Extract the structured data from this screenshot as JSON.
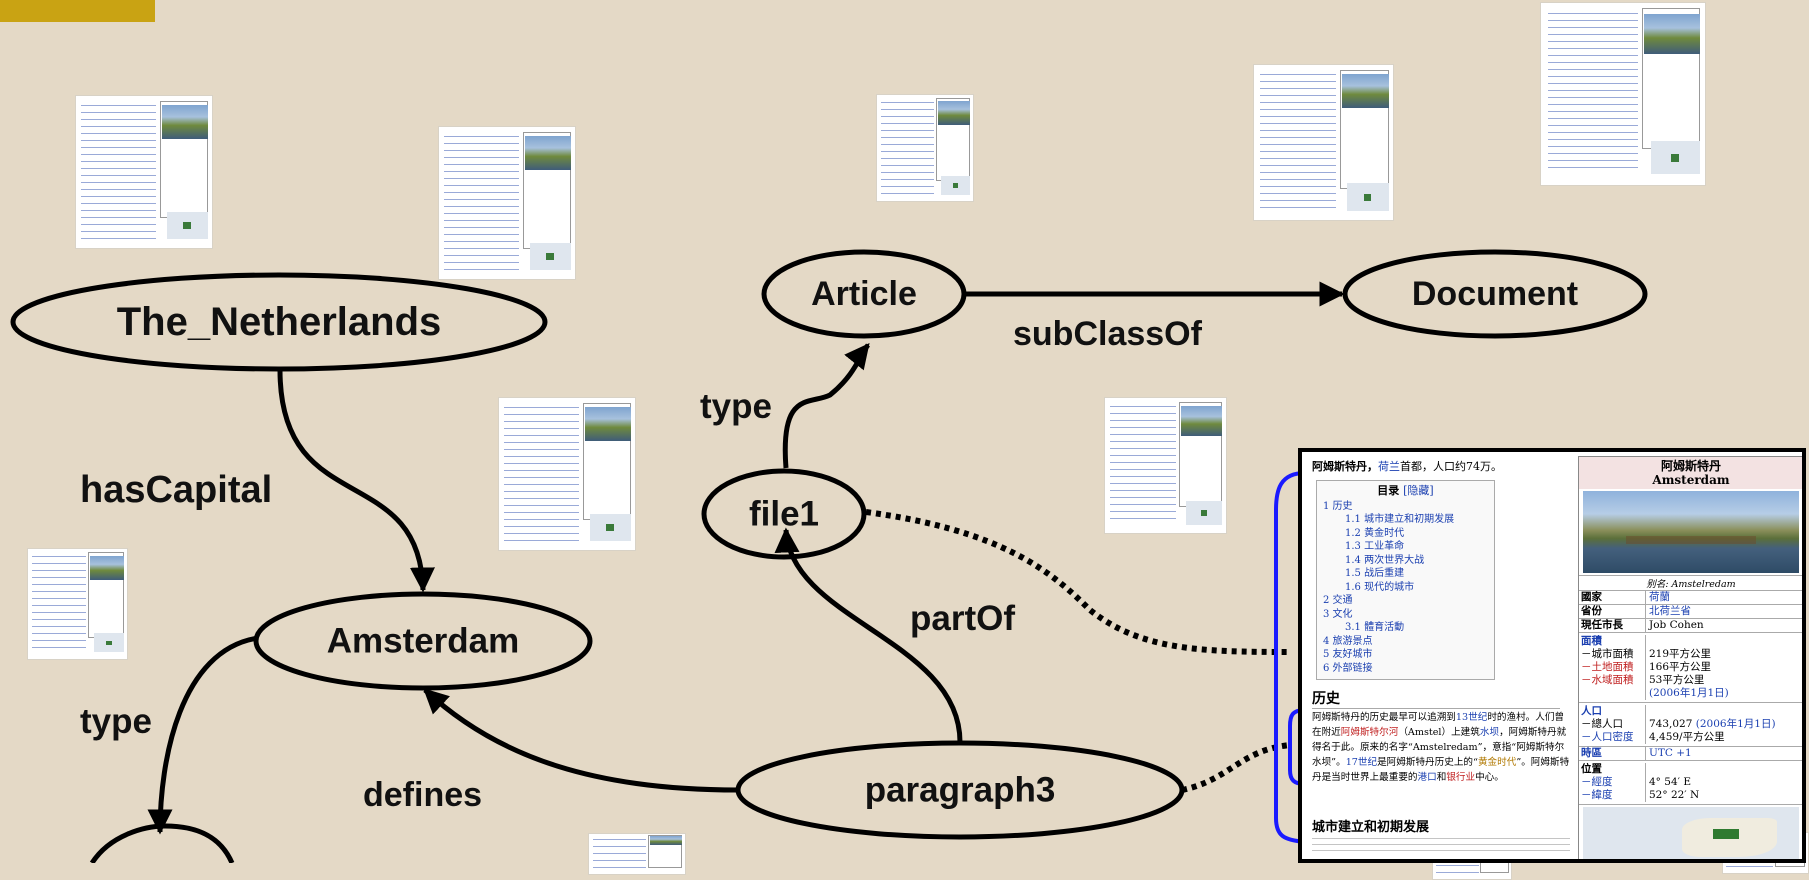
{
  "nodes": {
    "netherlands": "The_Netherlands",
    "amsterdam": "Amsterdam",
    "article": "Article",
    "document": "Document",
    "file1": "file1",
    "paragraph3": "paragraph3"
  },
  "edges": {
    "hasCapital": "hasCapital",
    "type_amsterdam": "type",
    "type_file1": "type",
    "subClassOf": "subClassOf",
    "partOf": "partOf",
    "defines": "defines"
  },
  "article": {
    "intro": {
      "title": "阿姆斯特丹，",
      "link": "荷兰",
      "rest": "首都，人口约74万。"
    },
    "toc": {
      "title": "目录",
      "hide": "[隐藏]",
      "items": [
        {
          "label": "1 历史",
          "sub": false
        },
        {
          "label": "1.1 城市建立和初期发展",
          "sub": true
        },
        {
          "label": "1.2 黄金时代",
          "sub": true
        },
        {
          "label": "1.3 工业革命",
          "sub": true
        },
        {
          "label": "1.4 两次世界大战",
          "sub": true
        },
        {
          "label": "1.5 战后重建",
          "sub": true
        },
        {
          "label": "1.6 现代的城市",
          "sub": true
        },
        {
          "label": "2 交通",
          "sub": false
        },
        {
          "label": "3 文化",
          "sub": false
        },
        {
          "label": "3.1 體育活動",
          "sub": true
        },
        {
          "label": "4 旅游景点",
          "sub": false
        },
        {
          "label": "5 友好城市",
          "sub": false
        },
        {
          "label": "6 外部链接",
          "sub": false
        }
      ]
    },
    "history_heading": "历史",
    "history": {
      "p1": "阿姆斯特丹的历史最早可以追溯到",
      "l1": "13世纪",
      "p2": "时的渔村。人们曾在附近",
      "r1": "阿姆斯特尔河",
      "p3": "（Amstel）上建筑",
      "l2": "水坝",
      "p4": "，阿姆斯特丹就得名于此。原来的名字“Amstelredam”，意指“阿姆斯特尔水坝”。",
      "l3": "17世纪",
      "p5": "是阿姆斯特丹历史上的“",
      "g1": "黄金时代",
      "p6": "”。阿姆斯特丹是当时世界上最重要的",
      "l4": "港口",
      "p7": "和",
      "r2": "银行业",
      "p8": "中心。"
    },
    "city_heading": "城市建立和初期发展",
    "infobox": {
      "title_zh": "阿姆斯特丹",
      "title_en": "Amsterdam",
      "caption": "别名: Amstelredam",
      "country_k": "國家",
      "country_v": "荷蘭",
      "province_k": "省份",
      "province_v": "北荷兰省",
      "mayor_k": "現任市長",
      "mayor_v": "Job Cohen",
      "area_k": "面積",
      "area_city_k": "－城市面積",
      "area_land_k": "－土地面積",
      "area_water_k": "－水域面積",
      "area_city_v": "219平方公里",
      "area_land_v": "166平方公里",
      "area_water_v": "53平方公里",
      "area_date_v": "(2006年1月1日)",
      "pop_k": "人口",
      "pop_total_k": "－總人口",
      "pop_density_k": "－人口密度",
      "pop_total_v": "743,027",
      "pop_date_v": "(2006年1月1日)",
      "pop_density_v": "4,459/平方公里",
      "tz_k": "時區",
      "tz_v": "UTC +1",
      "pos_k": "位置",
      "lon_k": "－經度",
      "lat_k": "－緯度",
      "lon_v": "4° 54′ E",
      "lat_v": "52° 22′ N"
    }
  },
  "colors": {
    "background": "#e4d9c6",
    "stroke": "#000000",
    "bracket": "#1a1aff"
  }
}
